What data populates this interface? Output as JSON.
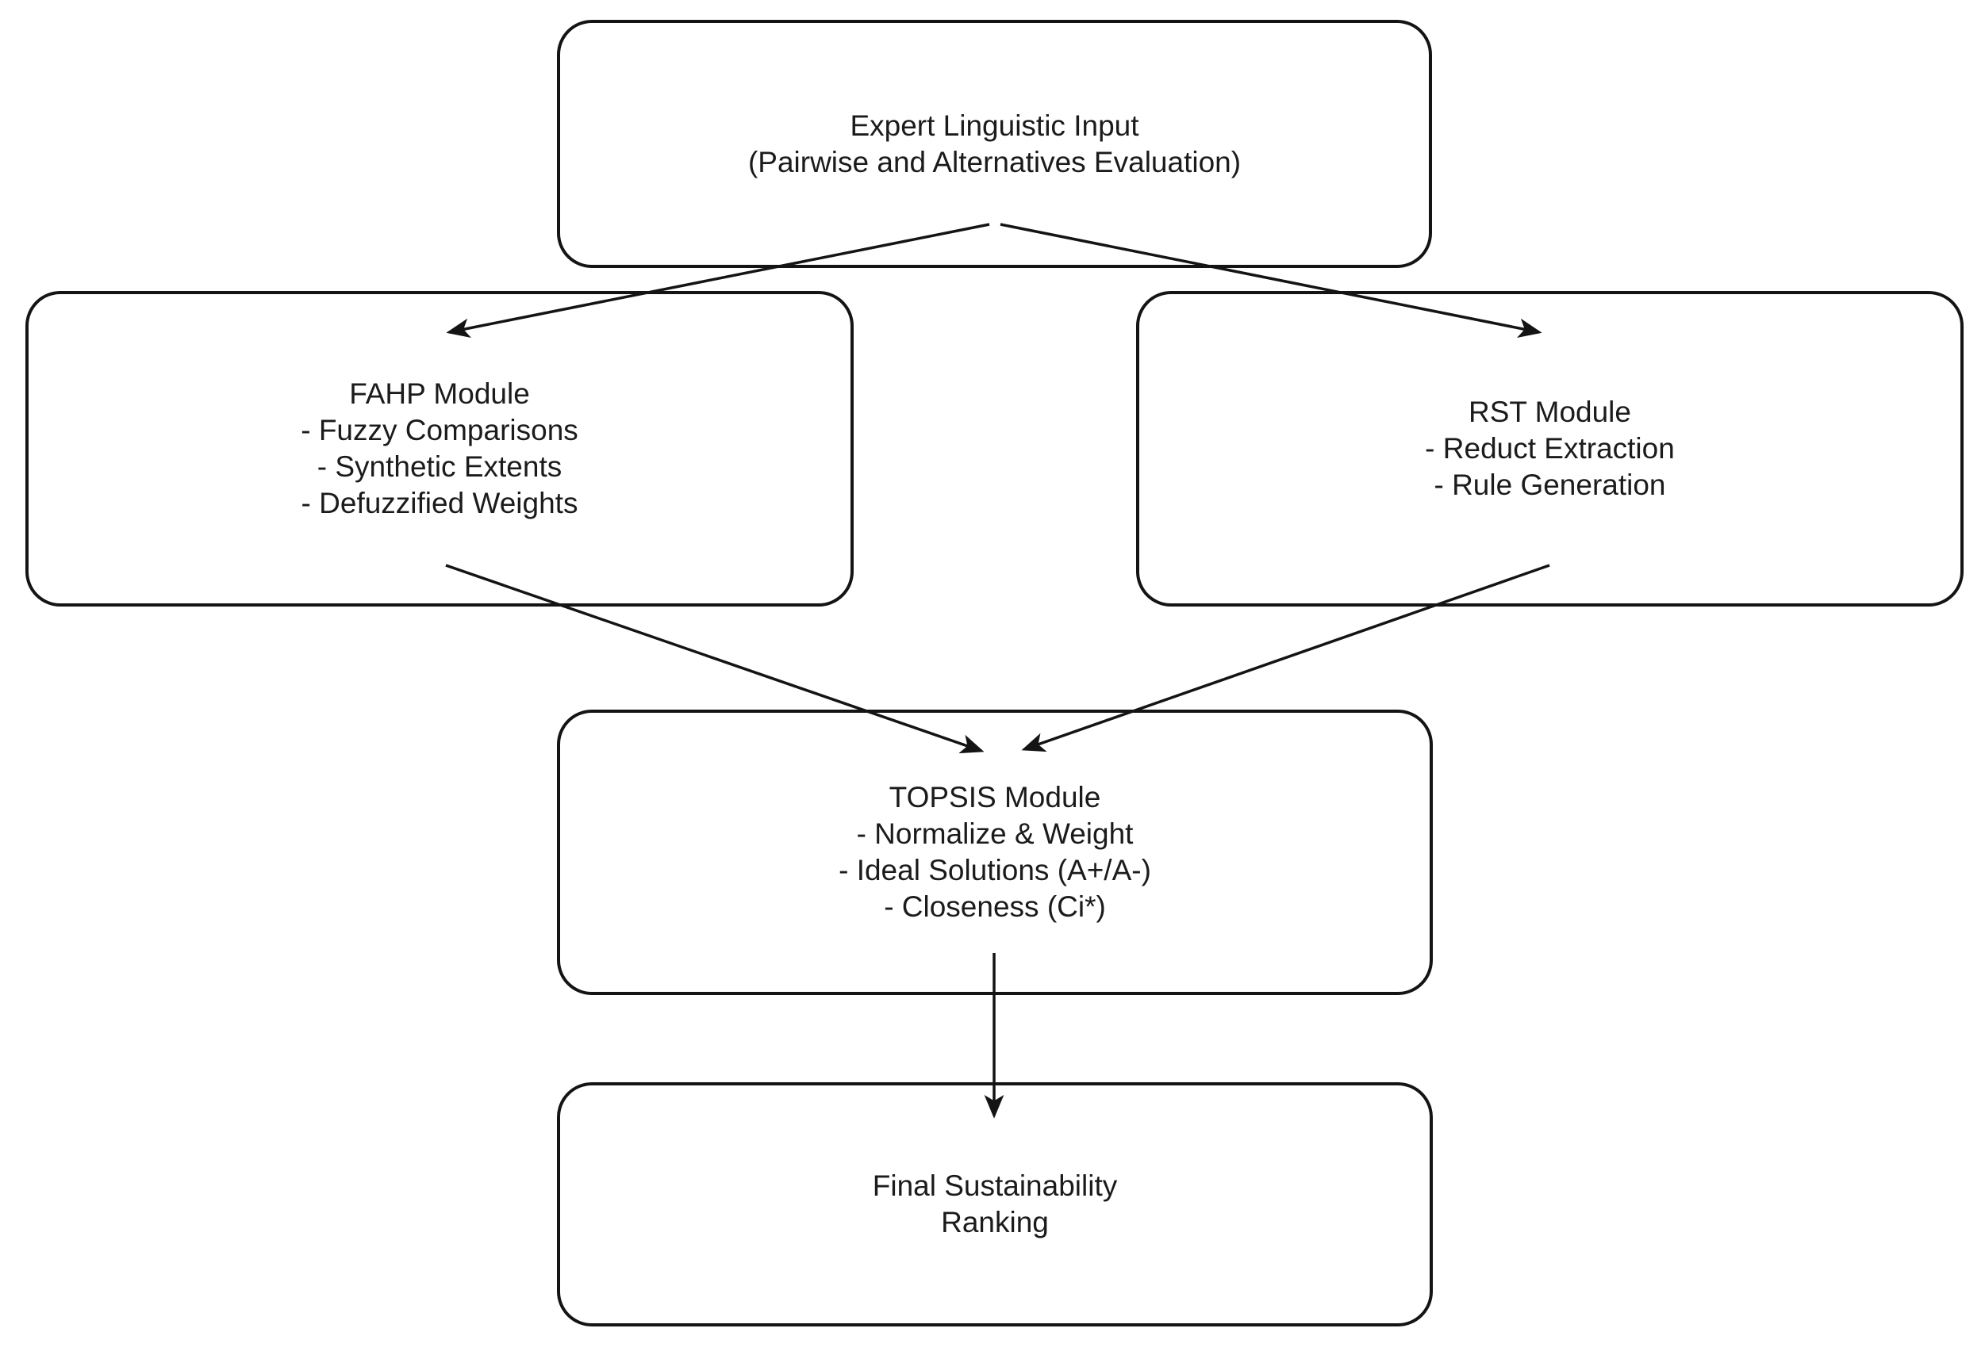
{
  "diagram": {
    "background_color": "#ffffff",
    "line_color": "#141414",
    "text_color": "#1b1b1b",
    "nodes": {
      "input": {
        "lines": [
          "Expert Linguistic Input",
          "(Pairwise and Alternatives Evaluation)"
        ]
      },
      "fahp": {
        "title": "FAHP Module",
        "items": [
          "- Fuzzy Comparisons",
          "- Synthetic Extents",
          "- Defuzzified Weights"
        ]
      },
      "rst": {
        "title": "RST Module",
        "items": [
          "- Reduct Extraction",
          "- Rule Generation"
        ]
      },
      "topsis": {
        "title": "TOPSIS Module",
        "items": [
          "- Normalize & Weight",
          "- Ideal Solutions (A+/A-)",
          "- Closeness (Ci*)"
        ]
      },
      "final": {
        "lines": [
          "Final Sustainability",
          "Ranking"
        ]
      }
    },
    "edges": [
      {
        "from": "input",
        "to": "fahp"
      },
      {
        "from": "input",
        "to": "rst"
      },
      {
        "from": "fahp",
        "to": "topsis"
      },
      {
        "from": "rst",
        "to": "topsis"
      },
      {
        "from": "topsis",
        "to": "final"
      }
    ]
  }
}
